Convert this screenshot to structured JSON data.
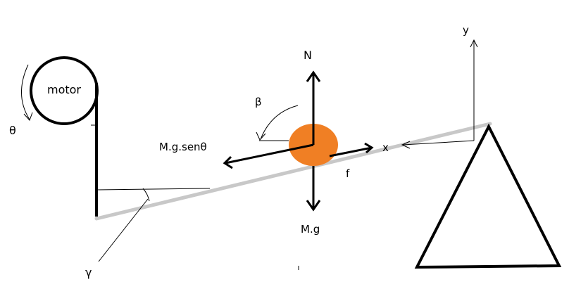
{
  "colors": {
    "ink": "#000000",
    "beam": "#c8c8c8",
    "ball": "#f07f24",
    "background": "#ffffff"
  },
  "labels": {
    "motor": "motor",
    "theta": "θ",
    "normal": "N",
    "weight": "M.g",
    "weight_component": "M.g.senθ",
    "beta": "β",
    "friction": "f",
    "x_axis": "x",
    "y_axis": "y",
    "gamma": "γ"
  }
}
